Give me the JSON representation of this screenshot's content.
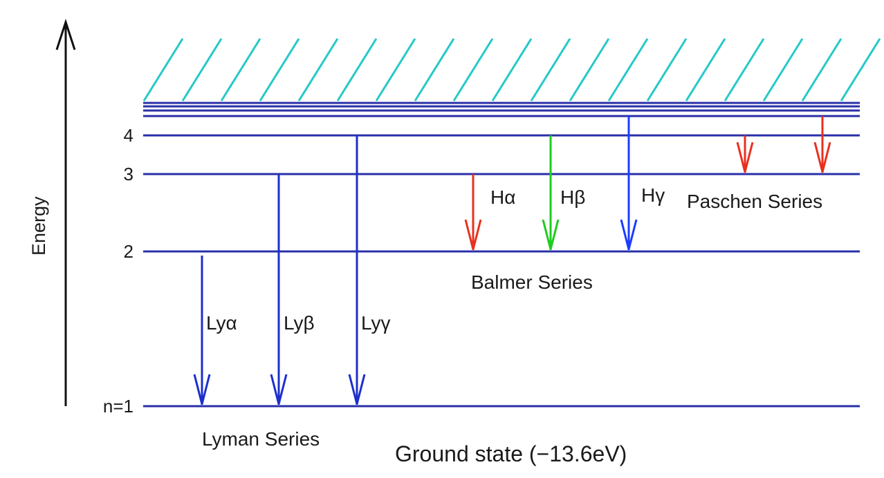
{
  "axis": {
    "label": "Energy"
  },
  "levels": [
    {
      "n": 1,
      "label": "n=1"
    },
    {
      "n": 2,
      "label": "2"
    },
    {
      "n": 3,
      "label": "3"
    },
    {
      "n": 4,
      "label": "4"
    },
    {
      "n": 5,
      "label": ""
    },
    {
      "n": 6,
      "label": ""
    },
    {
      "n": 7,
      "label": ""
    }
  ],
  "series": [
    {
      "name": "Lyman Series",
      "transitions": [
        {
          "from": 2,
          "to": 1,
          "label": "Lyα",
          "color": "#1c2fcc"
        },
        {
          "from": 3,
          "to": 1,
          "label": "Lyβ",
          "color": "#1c2fcc"
        },
        {
          "from": 4,
          "to": 1,
          "label": "Lyγ",
          "color": "#1c2fcc"
        }
      ]
    },
    {
      "name": "Balmer Series",
      "transitions": [
        {
          "from": 3,
          "to": 2,
          "label": "Hα",
          "color": "#e8311e"
        },
        {
          "from": 4,
          "to": 2,
          "label": "Hβ",
          "color": "#1fcc1f"
        },
        {
          "from": 5,
          "to": 2,
          "label": "Hγ",
          "color": "#1c3cff"
        }
      ]
    },
    {
      "name": "Paschen Series",
      "transitions": [
        {
          "from": 4,
          "to": 3,
          "label": "",
          "color": "#e8311e"
        },
        {
          "from": 5,
          "to": 3,
          "label": "",
          "color": "#e8311e"
        }
      ]
    }
  ],
  "ground_state": "Ground state (−13.6eV)",
  "colors": {
    "level_line": "#2a2fa8",
    "continuum_hatch": "#26c8c8",
    "axis": "#111111"
  }
}
